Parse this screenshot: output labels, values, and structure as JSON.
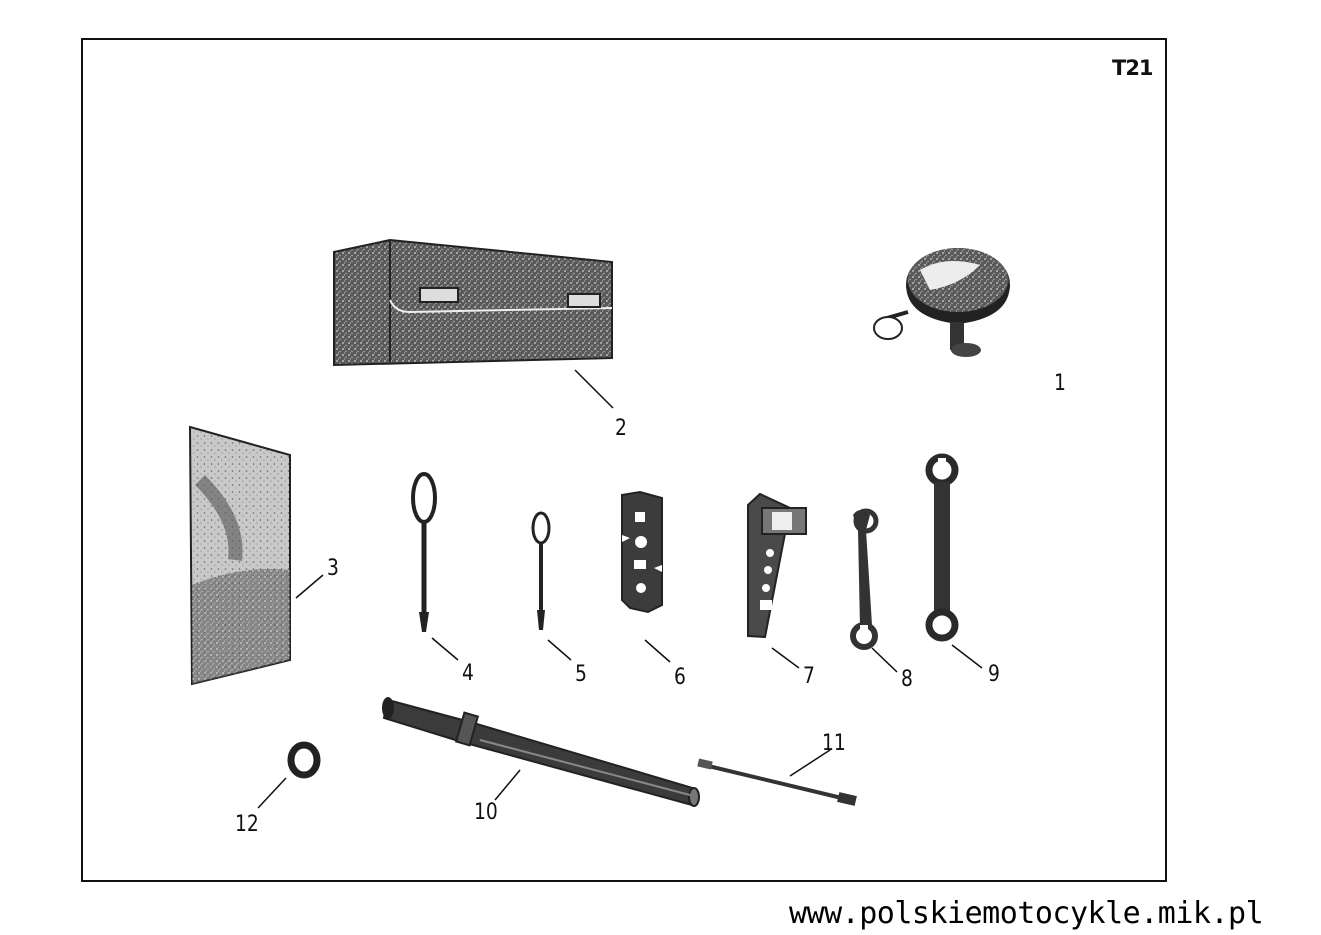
{
  "plate_code": "T21",
  "parts": [
    {
      "id": "bell",
      "label": "1",
      "icon": "bell-icon"
    },
    {
      "id": "tool-bag",
      "label": "2",
      "icon": "tool-bag-icon"
    },
    {
      "id": "manual-pouch",
      "label": "3",
      "icon": "pouch-icon"
    },
    {
      "id": "screwdriver-large",
      "label": "4",
      "icon": "screwdriver-icon"
    },
    {
      "id": "screwdriver-small",
      "label": "5",
      "icon": "screwdriver-icon"
    },
    {
      "id": "multi-spanner",
      "label": "6",
      "icon": "multi-spanner-icon"
    },
    {
      "id": "spark-plug-wrench",
      "label": "7",
      "icon": "plug-wrench-icon"
    },
    {
      "id": "open-spanner-small",
      "label": "8",
      "icon": "spanner-icon"
    },
    {
      "id": "open-spanner-large",
      "label": "9",
      "icon": "spanner-icon"
    },
    {
      "id": "tyre-pump",
      "label": "10",
      "icon": "pump-icon"
    },
    {
      "id": "pump-hose",
      "label": "11",
      "icon": "hose-icon"
    },
    {
      "id": "ring",
      "label": "12",
      "icon": "ring-icon"
    }
  ],
  "watermark": "www.polskiemotocykle.mik.pl"
}
